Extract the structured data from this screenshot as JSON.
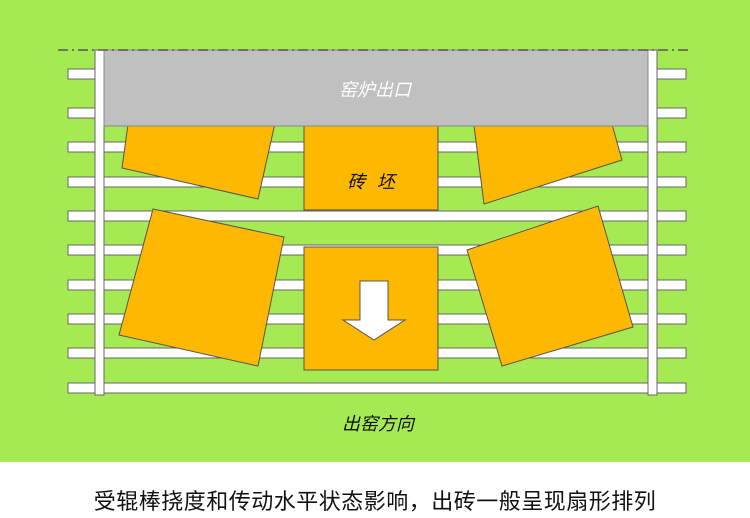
{
  "diagram": {
    "kiln_exit_label": "窑炉出口",
    "brick_label": "砖  坯",
    "direction_label": "出窑方向",
    "colors": {
      "background": "#a6ea53",
      "roller": "#ffffff",
      "kiln_exit": "#c0c0c0",
      "brick": "#ffb800",
      "outline": "#555555",
      "arrow": "#ffffff"
    }
  },
  "caption": "受辊棒挠度和传动水平状态影响，出砖一般呈现扇形排列"
}
